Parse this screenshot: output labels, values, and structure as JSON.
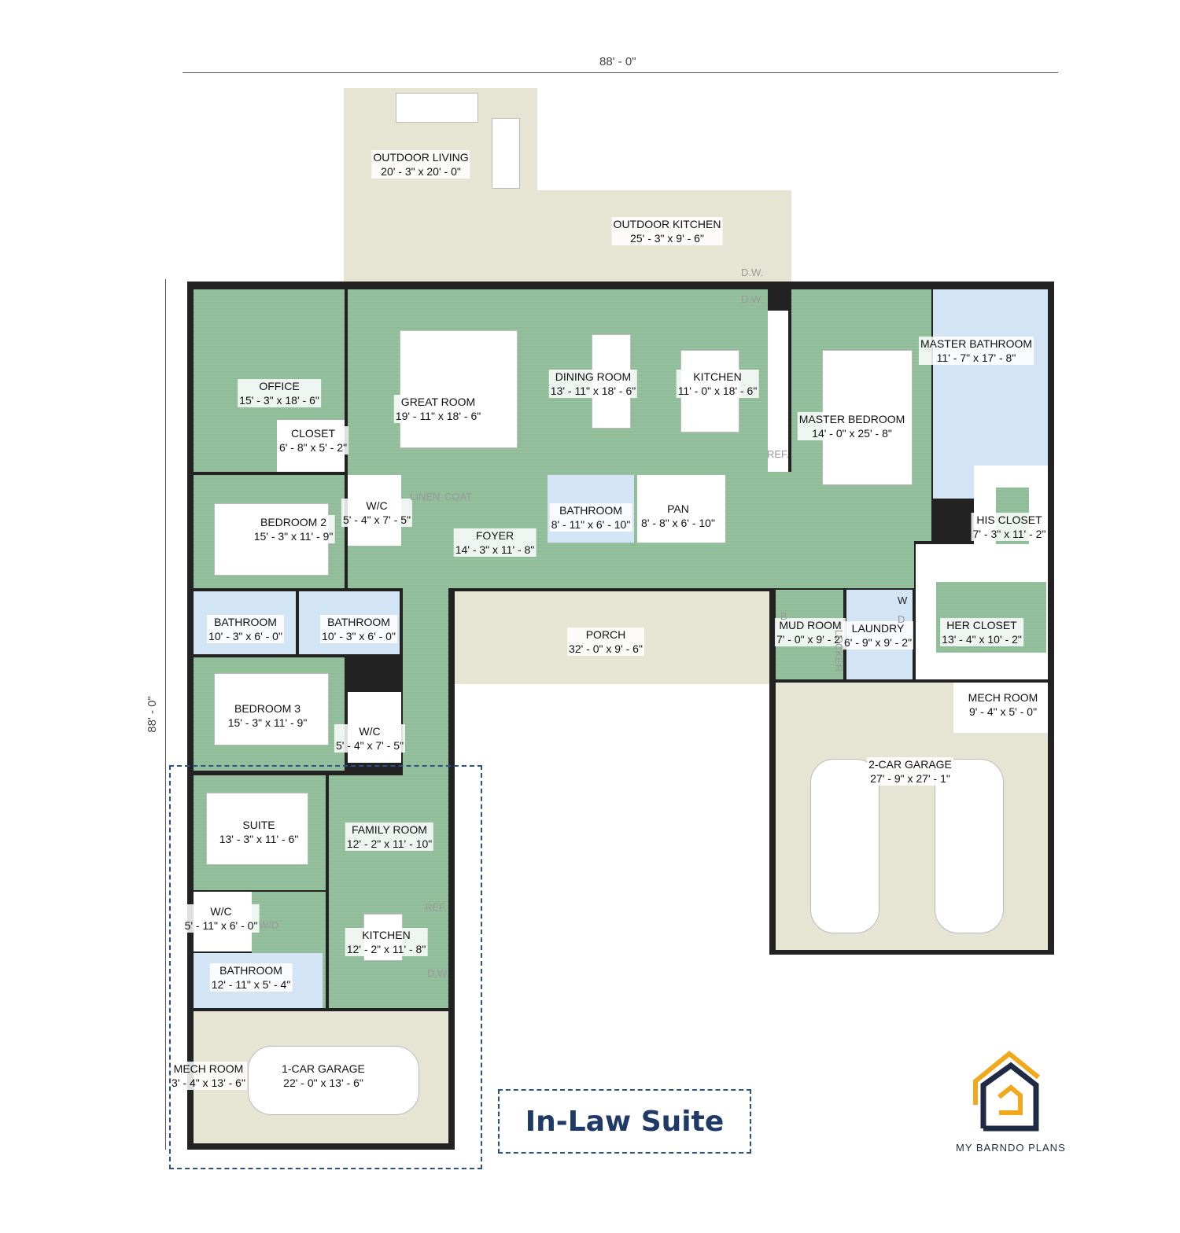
{
  "dimensions": {
    "width": "88' - 0\"",
    "depth": "88' - 0\""
  },
  "rooms": [
    {
      "name": "OUTDOOR LIVING",
      "size": "20' - 3\" x 20' - 0\""
    },
    {
      "name": "OUTDOOR KITCHEN",
      "size": "25' - 3\" x 9' - 6\""
    },
    {
      "name": "OFFICE",
      "size": "15' - 3\" x 18' - 6\""
    },
    {
      "name": "CLOSET",
      "size": "6' - 8\" x 5' - 2\""
    },
    {
      "name": "GREAT ROOM",
      "size": "19' - 11\" x 18' - 6\""
    },
    {
      "name": "DINING ROOM",
      "size": "13' - 11\" x 18' - 6\""
    },
    {
      "name": "KITCHEN",
      "size": "11' - 0\" x 18' - 6\""
    },
    {
      "name": "MASTER BEDROOM",
      "size": "14' - 0\" x 25' - 8\""
    },
    {
      "name": "MASTER BATHROOM",
      "size": "11' - 7\" x 17' - 8\""
    },
    {
      "name": "BEDROOM 2",
      "size": "15' - 3\" x 11' - 9\""
    },
    {
      "name": "W/C",
      "size": "5' - 4\" x 7' - 5\""
    },
    {
      "name": "FOYER",
      "size": "14' - 3\" x 11' - 8\""
    },
    {
      "name": "BATHROOM",
      "size": "8' - 11\" x 6' - 10\""
    },
    {
      "name": "PAN",
      "size": "8' - 8\" x 6' - 10\""
    },
    {
      "name": "HIS CLOSET",
      "size": "7' - 3\" x 11' - 2\""
    },
    {
      "name": "BATHROOM",
      "size": "10' - 3\" x 6' - 0\""
    },
    {
      "name": "BATHROOM",
      "size": "10' - 3\" x 6' - 0\""
    },
    {
      "name": "PORCH",
      "size": "32' - 0\" x 9' - 6\""
    },
    {
      "name": "MUD ROOM",
      "size": "7' - 0\" x 9' - 2\""
    },
    {
      "name": "LAUNDRY",
      "size": "6' - 9\" x 9' - 2\""
    },
    {
      "name": "HER CLOSET",
      "size": "13' - 4\" x 10' - 2\""
    },
    {
      "name": "MECH ROOM",
      "size": "9' - 4\" x 5' - 0\""
    },
    {
      "name": "BEDROOM 3",
      "size": "15' - 3\" x 11' - 9\""
    },
    {
      "name": "W/C",
      "size": "5' - 4\" x 7' - 5\""
    },
    {
      "name": "2-CAR GARAGE",
      "size": "27' - 9\" x 27' - 1\""
    },
    {
      "name": "SUITE",
      "size": "13' - 3\" x 11' - 6\""
    },
    {
      "name": "FAMILY ROOM",
      "size": "12' - 2\" x 11' - 10\""
    },
    {
      "name": "W/C",
      "size": "5' - 11\" x 6' - 0\""
    },
    {
      "name": "KITCHEN",
      "size": "12' - 2\" x 11' - 8\""
    },
    {
      "name": "BATHROOM",
      "size": "12' - 11\" x 5' - 4\""
    },
    {
      "name": "MECH ROOM",
      "size": "3' - 4\" x 13' - 6\""
    },
    {
      "name": "1-CAR GARAGE",
      "size": "22' - 0\" x 13' - 6\""
    }
  ],
  "fixtures": {
    "dw": "D.W.",
    "ref": "REF.",
    "linen": "LINEN",
    "coat": "COAT",
    "washer": "W",
    "dryer": "D",
    "wd": "W/D",
    "locker": "LOCKER",
    "bench": "B"
  },
  "callout": "In-Law Suite",
  "logo": {
    "text": "MY BARNDO PLANS",
    "colors": {
      "orange": "#f2a81d",
      "navy": "#1f2a44"
    }
  },
  "colors": {
    "interior": "#8fbc98",
    "exterior": "#e6e5d4",
    "wet": "#d3e4f4",
    "callout": "#2b4f8f"
  }
}
